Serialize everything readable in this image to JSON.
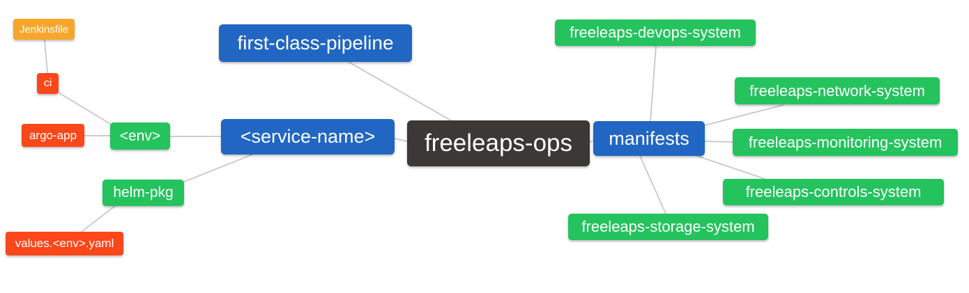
{
  "diagram": {
    "type": "mindmap",
    "background_color": "#ffffff",
    "edge_color": "#cccccc",
    "node_text_color": "#ffffff",
    "palette": {
      "blue": "#2166c2",
      "green": "#24c35d",
      "red": "#fb471a",
      "orange": "#f8a62a",
      "dark": "#3b3835"
    },
    "nodes": [
      {
        "id": "jenkinsfile",
        "label": "Jenkinsfile",
        "color": "orange"
      },
      {
        "id": "ci",
        "label": "ci",
        "color": "red"
      },
      {
        "id": "argo-app",
        "label": "argo-app",
        "color": "red"
      },
      {
        "id": "env",
        "label": "<env>",
        "color": "green"
      },
      {
        "id": "helm-pkg",
        "label": "helm-pkg",
        "color": "green"
      },
      {
        "id": "values-env-yaml",
        "label": "values.<env>.yaml",
        "color": "red"
      },
      {
        "id": "first-class-pipeline",
        "label": "first-class-pipeline",
        "color": "blue"
      },
      {
        "id": "service-name",
        "label": "<service-name>",
        "color": "blue"
      },
      {
        "id": "freeleaps-ops",
        "label": "freeleaps-ops",
        "color": "dark"
      },
      {
        "id": "manifests",
        "label": "manifests",
        "color": "blue"
      },
      {
        "id": "freeleaps-devops-system",
        "label": "freeleaps-devops-system",
        "color": "green"
      },
      {
        "id": "freeleaps-network-system",
        "label": "freeleaps-network-system",
        "color": "green"
      },
      {
        "id": "freeleaps-monitoring-system",
        "label": "freeleaps-monitoring-system",
        "color": "green"
      },
      {
        "id": "freeleaps-controls-system",
        "label": "freeleaps-controls-system",
        "color": "green"
      },
      {
        "id": "freeleaps-storage-system",
        "label": "freeleaps-storage-system",
        "color": "green"
      }
    ],
    "edges": [
      {
        "from": "jenkinsfile",
        "to": "ci"
      },
      {
        "from": "ci",
        "to": "env"
      },
      {
        "from": "argo-app",
        "to": "env"
      },
      {
        "from": "env",
        "to": "service-name"
      },
      {
        "from": "service-name",
        "to": "helm-pkg"
      },
      {
        "from": "helm-pkg",
        "to": "values-env-yaml"
      },
      {
        "from": "first-class-pipeline",
        "to": "freeleaps-ops"
      },
      {
        "from": "service-name",
        "to": "freeleaps-ops"
      },
      {
        "from": "freeleaps-ops",
        "to": "manifests"
      },
      {
        "from": "manifests",
        "to": "freeleaps-devops-system"
      },
      {
        "from": "manifests",
        "to": "freeleaps-network-system"
      },
      {
        "from": "manifests",
        "to": "freeleaps-monitoring-system"
      },
      {
        "from": "manifests",
        "to": "freeleaps-controls-system"
      },
      {
        "from": "manifests",
        "to": "freeleaps-storage-system"
      }
    ]
  }
}
